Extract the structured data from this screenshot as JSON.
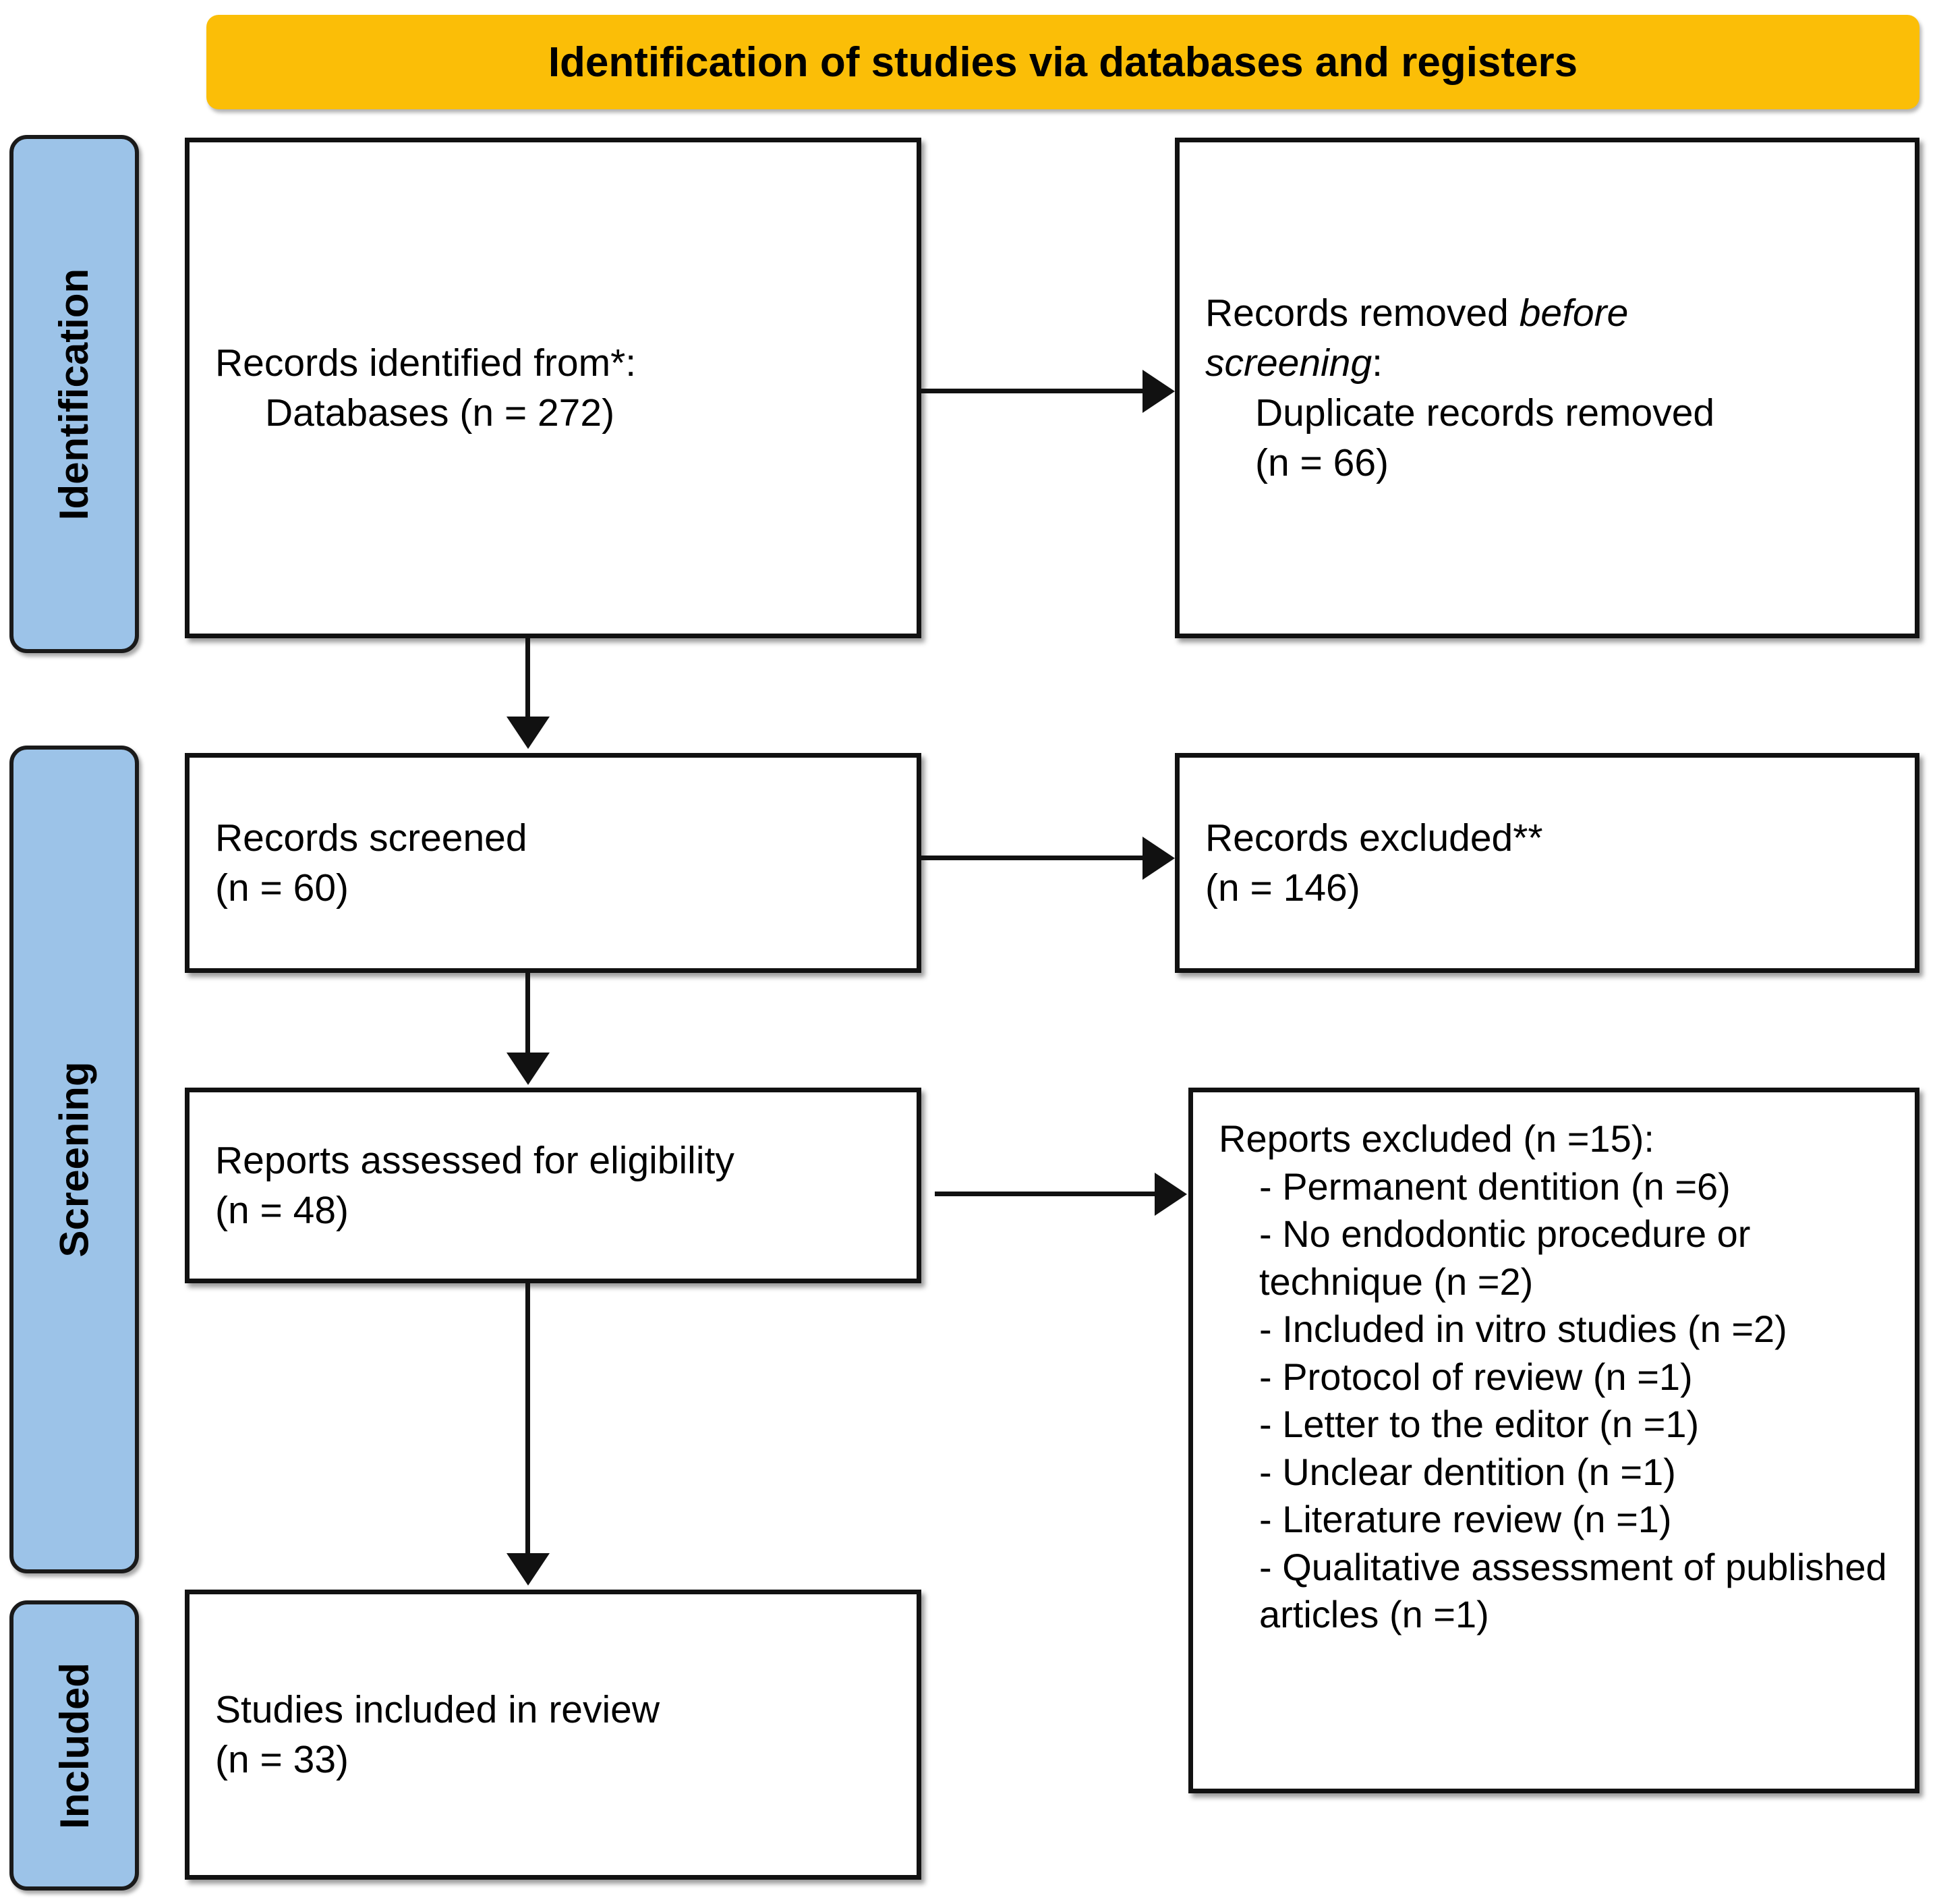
{
  "header": {
    "title": "Identification of studies via databases and registers",
    "background_color": "#fbbe07"
  },
  "stages": {
    "identification": "Identification",
    "screening": "Screening",
    "included": "Included",
    "background_color": "#9cc3e8"
  },
  "boxes": {
    "identified": {
      "line1": "Records identified from*:",
      "line2": "Databases (n = 272)",
      "n": 272
    },
    "removed": {
      "line1_plain": "Records removed ",
      "line1_italic": "before",
      "line2_italic": "screening",
      "line2_colon": ":",
      "line3": "Duplicate records removed",
      "line4": "(n = 66)",
      "n": 66
    },
    "screened": {
      "line1": "Records screened",
      "line2": "(n = 60)",
      "n": 60
    },
    "excluded": {
      "line1": "Records excluded**",
      "line2": "(n = 146)",
      "n": 146
    },
    "eligibility": {
      "line1": "Reports assessed for eligibility",
      "line2": "(n = 48)",
      "n": 48
    },
    "reports_excluded": {
      "heading": "Reports excluded (n =15):",
      "n": 15,
      "items": [
        "- Permanent dentition (n =6)",
        "- No endodontic procedure or technique (n =2)",
        "- Included in vitro studies (n =2)",
        "- Protocol of review (n =1)",
        "- Letter to the editor (n =1)",
        "- Unclear dentition (n =1)",
        "- Literature review (n =1)",
        "- Qualitative assessment of published articles (n =1)"
      ]
    },
    "included": {
      "line1": "Studies included in review",
      "line2": "(n = 33)",
      "n": 33
    }
  },
  "chart_data": {
    "type": "diagram",
    "title": "PRISMA flow diagram: Identification of studies via databases and registers",
    "stages": [
      "Identification",
      "Screening",
      "Included"
    ],
    "nodes": [
      {
        "id": "identified",
        "stage": "Identification",
        "label": "Records identified from*: Databases",
        "n": 272,
        "column": "left"
      },
      {
        "id": "removed",
        "stage": "Identification",
        "label": "Records removed before screening: Duplicate records removed",
        "n": 66,
        "column": "right"
      },
      {
        "id": "screened",
        "stage": "Screening",
        "label": "Records screened",
        "n": 60,
        "column": "left"
      },
      {
        "id": "excluded",
        "stage": "Screening",
        "label": "Records excluded**",
        "n": 146,
        "column": "right"
      },
      {
        "id": "eligibility",
        "stage": "Screening",
        "label": "Reports assessed for eligibility",
        "n": 48,
        "column": "left"
      },
      {
        "id": "reports_excluded",
        "stage": "Screening",
        "label": "Reports excluded",
        "n": 15,
        "column": "right",
        "reasons": [
          {
            "reason": "Permanent dentition",
            "n": 6
          },
          {
            "reason": "No endodontic procedure or technique",
            "n": 2
          },
          {
            "reason": "Included in vitro studies",
            "n": 2
          },
          {
            "reason": "Protocol of review",
            "n": 1
          },
          {
            "reason": "Letter to the editor",
            "n": 1
          },
          {
            "reason": "Unclear dentition",
            "n": 1
          },
          {
            "reason": "Literature review",
            "n": 1
          },
          {
            "reason": "Qualitative assessment of published articles",
            "n": 1
          }
        ]
      },
      {
        "id": "included",
        "stage": "Included",
        "label": "Studies included in review",
        "n": 33,
        "column": "left"
      }
    ],
    "edges": [
      {
        "from": "identified",
        "to": "removed",
        "direction": "right"
      },
      {
        "from": "identified",
        "to": "screened",
        "direction": "down"
      },
      {
        "from": "screened",
        "to": "excluded",
        "direction": "right"
      },
      {
        "from": "screened",
        "to": "eligibility",
        "direction": "down"
      },
      {
        "from": "eligibility",
        "to": "reports_excluded",
        "direction": "right"
      },
      {
        "from": "eligibility",
        "to": "included",
        "direction": "down"
      }
    ]
  }
}
